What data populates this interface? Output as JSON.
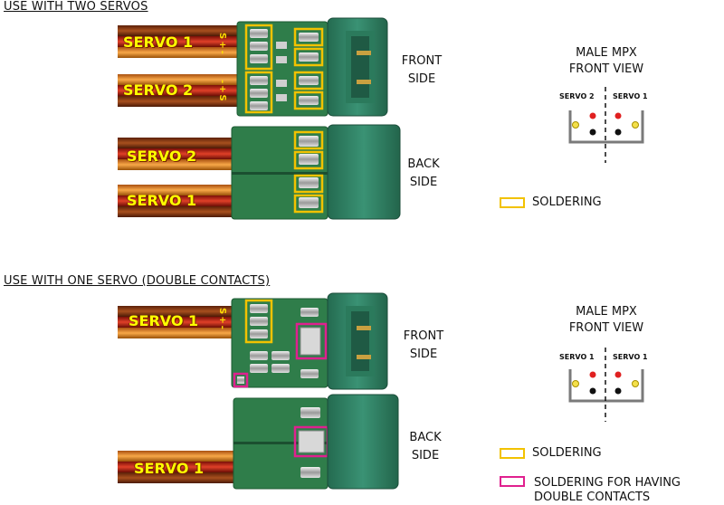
{
  "colors": {
    "soldering": "#f2c200",
    "double_contact": "#e0208f",
    "pcb": "#2f7d4a",
    "connector": "#2e8062",
    "wire_brown": "#8a3a10",
    "wire_orange": "#e68020",
    "wire_red": "#c8241a"
  },
  "two_servos": {
    "title": "USE WITH TWO SERVOS",
    "front": {
      "servo_top": "SERVO 1",
      "servo_bottom": "SERVO 2",
      "pin_marks_top": "S+-",
      "pin_marks_bottom": "-+S",
      "side_label_line1": "FRONT",
      "side_label_line2": "SIDE"
    },
    "back": {
      "servo_top": "SERVO 2",
      "servo_bottom": "SERVO 1",
      "side_label_line1": "BACK",
      "side_label_line2": "SIDE"
    },
    "mpx": {
      "title_line1": "MALE MPX",
      "title_line2": "FRONT VIEW",
      "left_label": "SERVO 2",
      "right_label": "SERVO 1"
    },
    "legend": {
      "soldering": "SOLDERING"
    }
  },
  "one_servo": {
    "title": "USE WITH ONE SERVO (DOUBLE CONTACTS)",
    "front": {
      "servo_top": "SERVO 1",
      "pin_marks_top": "S+-",
      "side_label_line1": "FRONT",
      "side_label_line2": "SIDE"
    },
    "back": {
      "servo_bottom": "SERVO 1",
      "side_label_line1": "BACK",
      "side_label_line2": "SIDE"
    },
    "mpx": {
      "title_line1": "MALE MPX",
      "title_line2": "FRONT VIEW",
      "left_label": "SERVO 1",
      "right_label": "SERVO 1"
    },
    "legend": {
      "soldering": "SOLDERING",
      "double_line1": "SOLDERING FOR HAVING",
      "double_line2": "DOUBLE CONTACTS"
    }
  }
}
